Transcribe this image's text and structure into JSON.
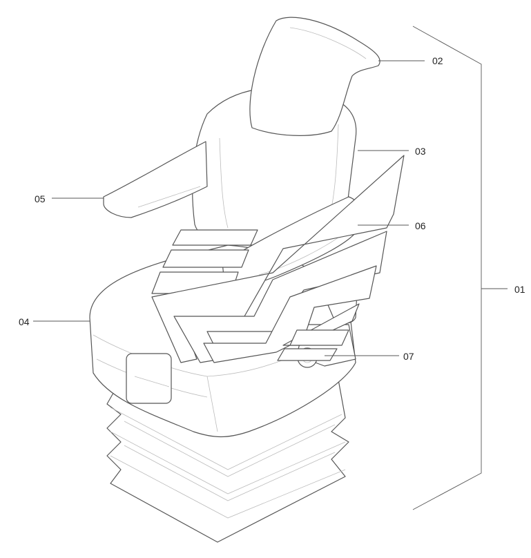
{
  "callouts": [
    {
      "id": "c01",
      "label": "01"
    },
    {
      "id": "c02",
      "label": "02"
    },
    {
      "id": "c03",
      "label": "03"
    },
    {
      "id": "c04",
      "label": "04"
    },
    {
      "id": "c05",
      "label": "05"
    },
    {
      "id": "c06",
      "label": "06"
    },
    {
      "id": "c07",
      "label": "07"
    }
  ]
}
